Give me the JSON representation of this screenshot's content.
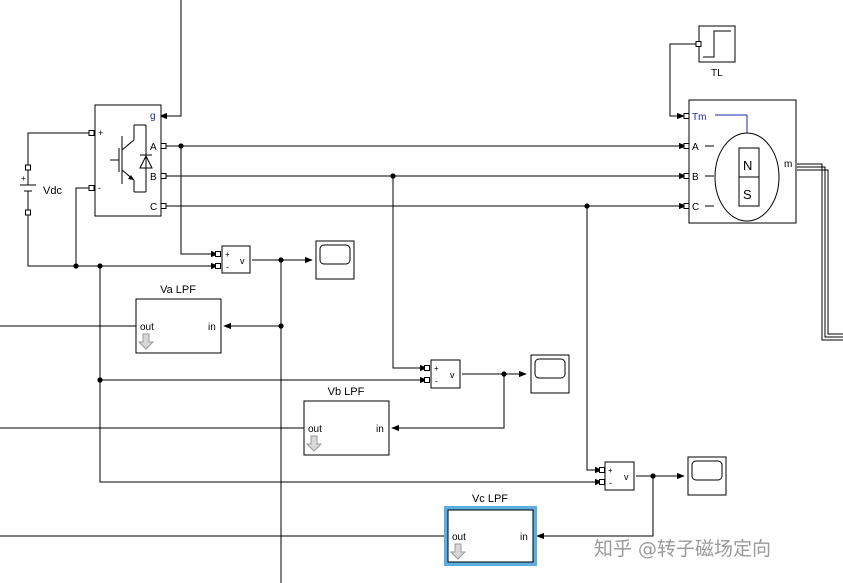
{
  "blocks": {
    "vdc": {
      "label": "Vdc",
      "plus": "+"
    },
    "inverter": {
      "port_plus": "+",
      "port_minus": "-",
      "port_g": "g",
      "port_a": "A",
      "port_b": "B",
      "port_c": "C"
    },
    "torque_step": {
      "label": "TL"
    },
    "motor": {
      "port_tm": "Tm",
      "port_a": "A",
      "port_b": "B",
      "port_c": "C",
      "port_m": "m",
      "magnet_n": "N",
      "magnet_s": "S"
    },
    "vmeas_a": {
      "plus": "+",
      "minus": "-",
      "v": "v"
    },
    "vmeas_b": {
      "plus": "+",
      "minus": "-",
      "v": "v"
    },
    "vmeas_c": {
      "plus": "+",
      "minus": "-",
      "v": "v"
    },
    "lpf_a": {
      "title": "Va LPF",
      "out": "out",
      "in": "in"
    },
    "lpf_b": {
      "title": "Vb LPF",
      "out": "out",
      "in": "in"
    },
    "lpf_c": {
      "title": "Vc LPF",
      "out": "out",
      "in": "in"
    }
  },
  "watermark": "知乎 @转子磁场定向",
  "colors": {
    "selection": "#5aaee0",
    "tm_line": "#1a2aa8",
    "port_g": "#1a2aa8",
    "watermark": "#9a9a9a"
  }
}
